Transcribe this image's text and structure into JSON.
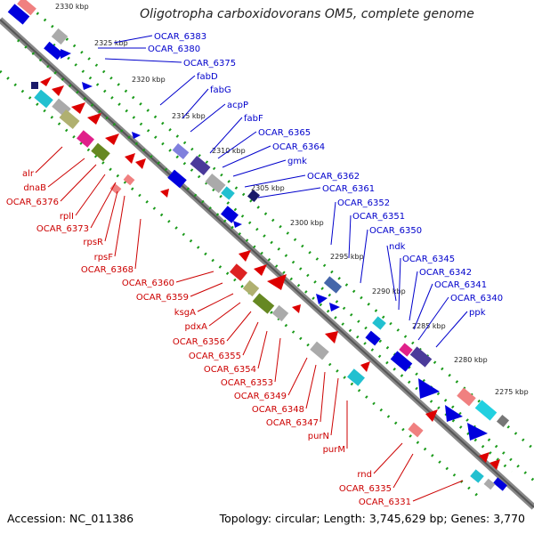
{
  "title": "Oligotropha carboxidovorans OM5, complete genome",
  "footer": {
    "accession": "Accession: NC_011386",
    "summary": "Topology: circular; Length: 3,745,629 bp; Genes: 3,770"
  },
  "ticks": [
    "2330 kbp",
    "2325 kbp",
    "2320 kbp",
    "2315 kbp",
    "2310 kbp",
    "2305 kbp",
    "2300 kbp",
    "2295 kbp",
    "2290 kbp",
    "2285 kbp",
    "2280 kbp",
    "2275 kbp"
  ],
  "blue_labels": [
    "OCAR_6383",
    "OCAR_6380",
    "OCAR_6375",
    "fabD",
    "fabG",
    "acpP",
    "fabF",
    "OCAR_6365",
    "OCAR_6364",
    "gmk",
    "OCAR_6362",
    "OCAR_6361",
    "OCAR_6352",
    "OCAR_6351",
    "OCAR_6350",
    "ndk",
    "OCAR_6345",
    "OCAR_6342",
    "OCAR_6341",
    "OCAR_6340",
    "ppk"
  ],
  "red_labels": [
    "alr",
    "dnaB",
    "OCAR_6376",
    "rplI",
    "OCAR_6373",
    "rpsR",
    "rpsF",
    "OCAR_6368",
    "OCAR_6360",
    "OCAR_6359",
    "ksgA",
    "pdxA",
    "OCAR_6356",
    "OCAR_6355",
    "OCAR_6354",
    "OCAR_6353",
    "OCAR_6349",
    "OCAR_6348",
    "OCAR_6347",
    "purN",
    "purM",
    "rnd",
    "OCAR_6335",
    "OCAR_6331"
  ],
  "colors": {
    "forward": "#0000cc",
    "reverse": "#dd0000",
    "backbone": "#777777",
    "dots": "#1a9a1a"
  }
}
